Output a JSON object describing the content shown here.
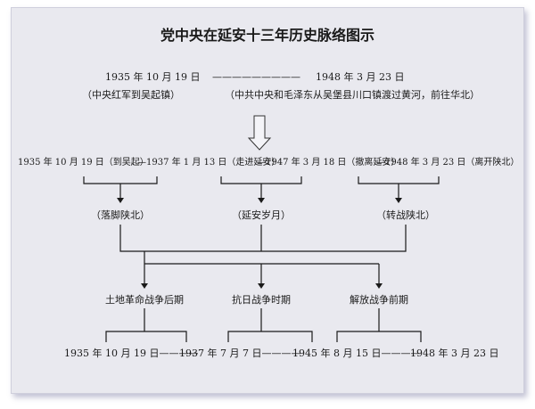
{
  "title": "党中央在延安十三年历史脉络图示",
  "overview": {
    "start": "1935 年 10 月 19 日",
    "dash": "—————————",
    "end": "1948 年 3 月 23 日",
    "start_note": "（中央红军到吴起镇）",
    "end_note": "（中共中央和毛泽东从吴堡县川口镇渡过黄河，前往华北）"
  },
  "row2": {
    "d1": "1935 年 10 月 19 日（到吴起）",
    "d2": "—1937 年 1 月 13 日（走进延安）",
    "d3": "—1947 年 3 月 18 日（撤离延安）",
    "d4": "—1948 年 3 月 23 日（离开陕北）"
  },
  "phases": [
    {
      "label": "（落脚陕北）"
    },
    {
      "label": "（延安岁月）"
    },
    {
      "label": "（转战陕北）"
    }
  ],
  "periods": [
    {
      "label": "土地革命战争后期"
    },
    {
      "label": "抗日战争时期"
    },
    {
      "label": "解放战争前期"
    }
  ],
  "bottom": {
    "d1": "1935 年 10 月 19 日————",
    "d2": "1937 年 7 月 7 日————",
    "d3": "1945 年 8 月 15 日————",
    "d4": "1948 年 3 月 23 日"
  },
  "colors": {
    "line": "#1a1a1a",
    "sheet": "#e9e9ef",
    "arrow_outline": "#333333"
  }
}
